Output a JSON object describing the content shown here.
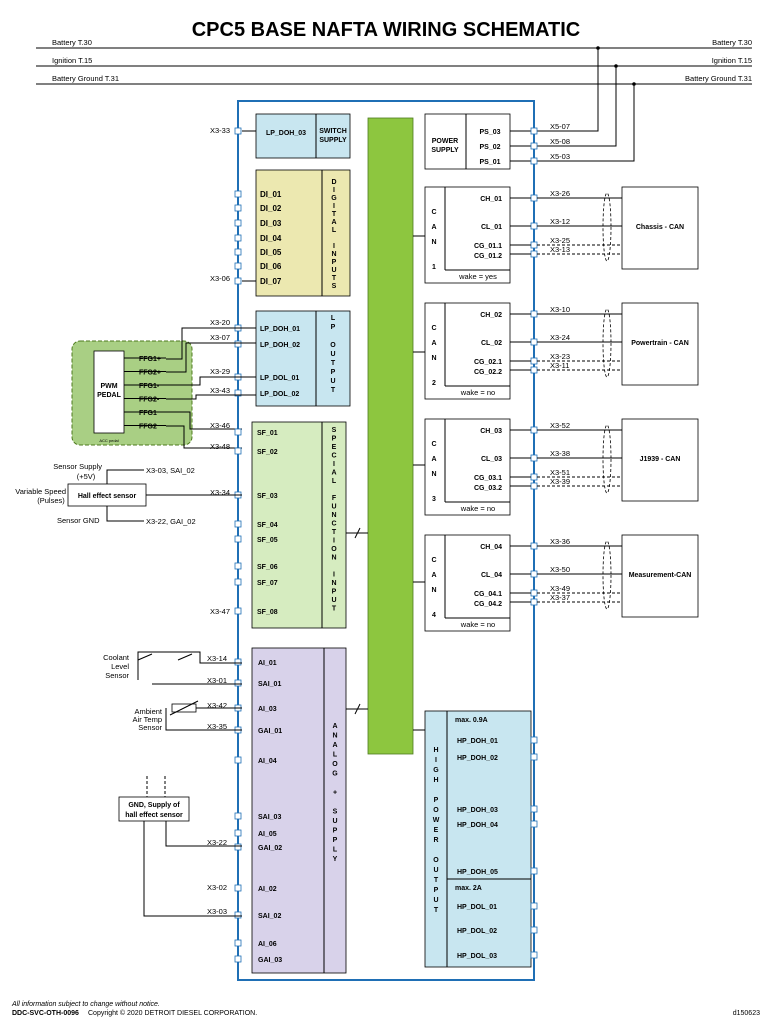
{
  "title": "CPC5 BASE NAFTA WIRING SCHEMATIC",
  "supply_lines": {
    "battery": "Battery T.30",
    "ignition": "Ignition T.15",
    "ground": "Battery Ground T.31"
  },
  "switch_supply": {
    "pin": "X3-33",
    "signal": "LP_DOH_03",
    "label_1": "SWITCH",
    "label_2": "SUPPLY"
  },
  "power_supply": {
    "label_1": "POWER",
    "label_2": "SUPPLY",
    "signals": [
      "PS_03",
      "PS_02",
      "PS_01"
    ],
    "pins": [
      "X5-07",
      "X5-08",
      "X5-03"
    ]
  },
  "digital_inputs": {
    "signals": [
      "DI_01",
      "DI_02",
      "DI_03",
      "DI_04",
      "DI_05",
      "DI_06",
      "DI_07"
    ],
    "pin": "X3-06",
    "vertical_label": [
      "D",
      "I",
      "G",
      "I",
      "T",
      "A",
      "L",
      "",
      "I",
      "N",
      "P",
      "U",
      "T",
      "S"
    ]
  },
  "lp_output": {
    "signals": [
      "LP_DOH_01",
      "LP_DOH_02",
      "LP_DOL_01",
      "LP_DOL_02"
    ],
    "pins": [
      "X3-20",
      "X3-07",
      "X3-29",
      "X3-43"
    ],
    "vertical_label": [
      "L",
      "P",
      "",
      "O",
      "U",
      "T",
      "P",
      "U",
      "T"
    ]
  },
  "pwm_pedal": {
    "label_1": "PWM",
    "label_2": "PEDAL",
    "outputs": [
      "FFG1+",
      "FFG2+",
      "FFG1-",
      "FFG2-",
      "FFG1",
      "FFG2"
    ],
    "footnote": "ACC pedal"
  },
  "special_function": {
    "signals": [
      "SF_01",
      "SF_02",
      "SF_03",
      "SF_04",
      "SF_05",
      "SF_06",
      "SF_07",
      "SF_08"
    ],
    "pins": [
      "X3-46",
      "X3-48",
      "X3-34",
      "X3-47"
    ],
    "vertical_label": [
      "S",
      "P",
      "E",
      "C",
      "I",
      "A",
      "L",
      "",
      "F",
      "U",
      "N",
      "C",
      "T",
      "I",
      "O",
      "N",
      "",
      "I",
      "N",
      "P",
      "U",
      "T"
    ]
  },
  "hall_sensor": {
    "label": "Hall effect sensor",
    "supply_1": "Sensor Supply",
    "supply_2": "(+5V)",
    "supply_target": "X3-03, SAI_02",
    "speed_1": "Variable Speed",
    "speed_2": "(Pulses)",
    "gnd": "Sensor GND",
    "gnd_target": "X3-22, GAI_02"
  },
  "can_blocks": [
    {
      "num": "1",
      "high": "CH_01",
      "low": "CL_01",
      "g1": "CG_01.1",
      "g2": "CG_01.2",
      "wake": "wake = yes",
      "pins": [
        "X3-26",
        "X3-12",
        "X3-25",
        "X3-13"
      ],
      "target": "Chassis - CAN"
    },
    {
      "num": "2",
      "high": "CH_02",
      "low": "CL_02",
      "g1": "CG_02.1",
      "g2": "CG_02.2",
      "wake": "wake = no",
      "pins": [
        "X3-10",
        "X3-24",
        "X3-23",
        "X3-11"
      ],
      "target": "Powertrain - CAN"
    },
    {
      "num": "3",
      "high": "CH_03",
      "low": "CL_03",
      "g1": "CG_03.1",
      "g2": "CG_03.2",
      "wake": "wake = no",
      "pins": [
        "X3-52",
        "X3-38",
        "X3-51",
        "X3-39"
      ],
      "target": "J1939 - CAN"
    },
    {
      "num": "4",
      "high": "CH_04",
      "low": "CL_04",
      "g1": "CG_04.1",
      "g2": "CG_04.2",
      "wake": "wake = no",
      "pins": [
        "X3-36",
        "X3-50",
        "X3-49",
        "X3-37"
      ],
      "target": "Measurement-CAN"
    }
  ],
  "can_letters": [
    "C",
    "A",
    "N"
  ],
  "analog": {
    "signals": [
      "AI_01",
      "SAI_01",
      "AI_03",
      "GAI_01",
      "AI_04",
      "SAI_03",
      "AI_05",
      "GAI_02",
      "AI_02",
      "SAI_02",
      "AI_06",
      "GAI_03"
    ],
    "pins": [
      "X3-14",
      "X3-01",
      "X3-42",
      "X3-35",
      "X3-22",
      "X3-02",
      "X3-03"
    ],
    "vertical_label": [
      "A",
      "N",
      "A",
      "L",
      "O",
      "G",
      "",
      "+",
      "",
      "S",
      "U",
      "P",
      "P",
      "L",
      "Y"
    ],
    "coolant_1": "Coolant",
    "coolant_2": "Level",
    "coolant_3": "Sensor",
    "ambient_1": "Ambient",
    "ambient_2": "Air Temp",
    "ambient_3": "Sensor",
    "gnd_box_1": "GND, Supply of",
    "gnd_box_2": "hall effect sensor"
  },
  "high_power": {
    "max1": "max. 0.9A",
    "max2": "max. 2A",
    "signals": [
      "HP_DOH_01",
      "HP_DOH_02",
      "HP_DOH_03",
      "HP_DOH_04",
      "HP_DOH_05",
      "HP_DOL_01",
      "HP_DOL_02",
      "HP_DOL_03"
    ],
    "vertical_label": [
      "H",
      "I",
      "G",
      "H",
      "",
      "P",
      "O",
      "W",
      "E",
      "R",
      "",
      "O",
      "U",
      "T",
      "P",
      "U",
      "T"
    ]
  },
  "footer": {
    "disclaimer": "All information subject to change without notice.",
    "doc_id": "DDC-SVC-OTH-0096",
    "copyright": "Copyright © 2020 DETROIT DIESEL CORPORATION.",
    "figure": "d150623"
  },
  "colors": {
    "module_border": "#1f6fb5",
    "switch_supply_fill": "#c8e6f0",
    "digital_fill": "#ece8b0",
    "lp_fill": "#c8e6f0",
    "special_fill": "#d6ecc0",
    "analog_fill": "#d8d2ea",
    "hp_fill": "#c8e6f0",
    "bus_fill": "#8dc63f",
    "pedal_fill": "#a9cf84"
  }
}
